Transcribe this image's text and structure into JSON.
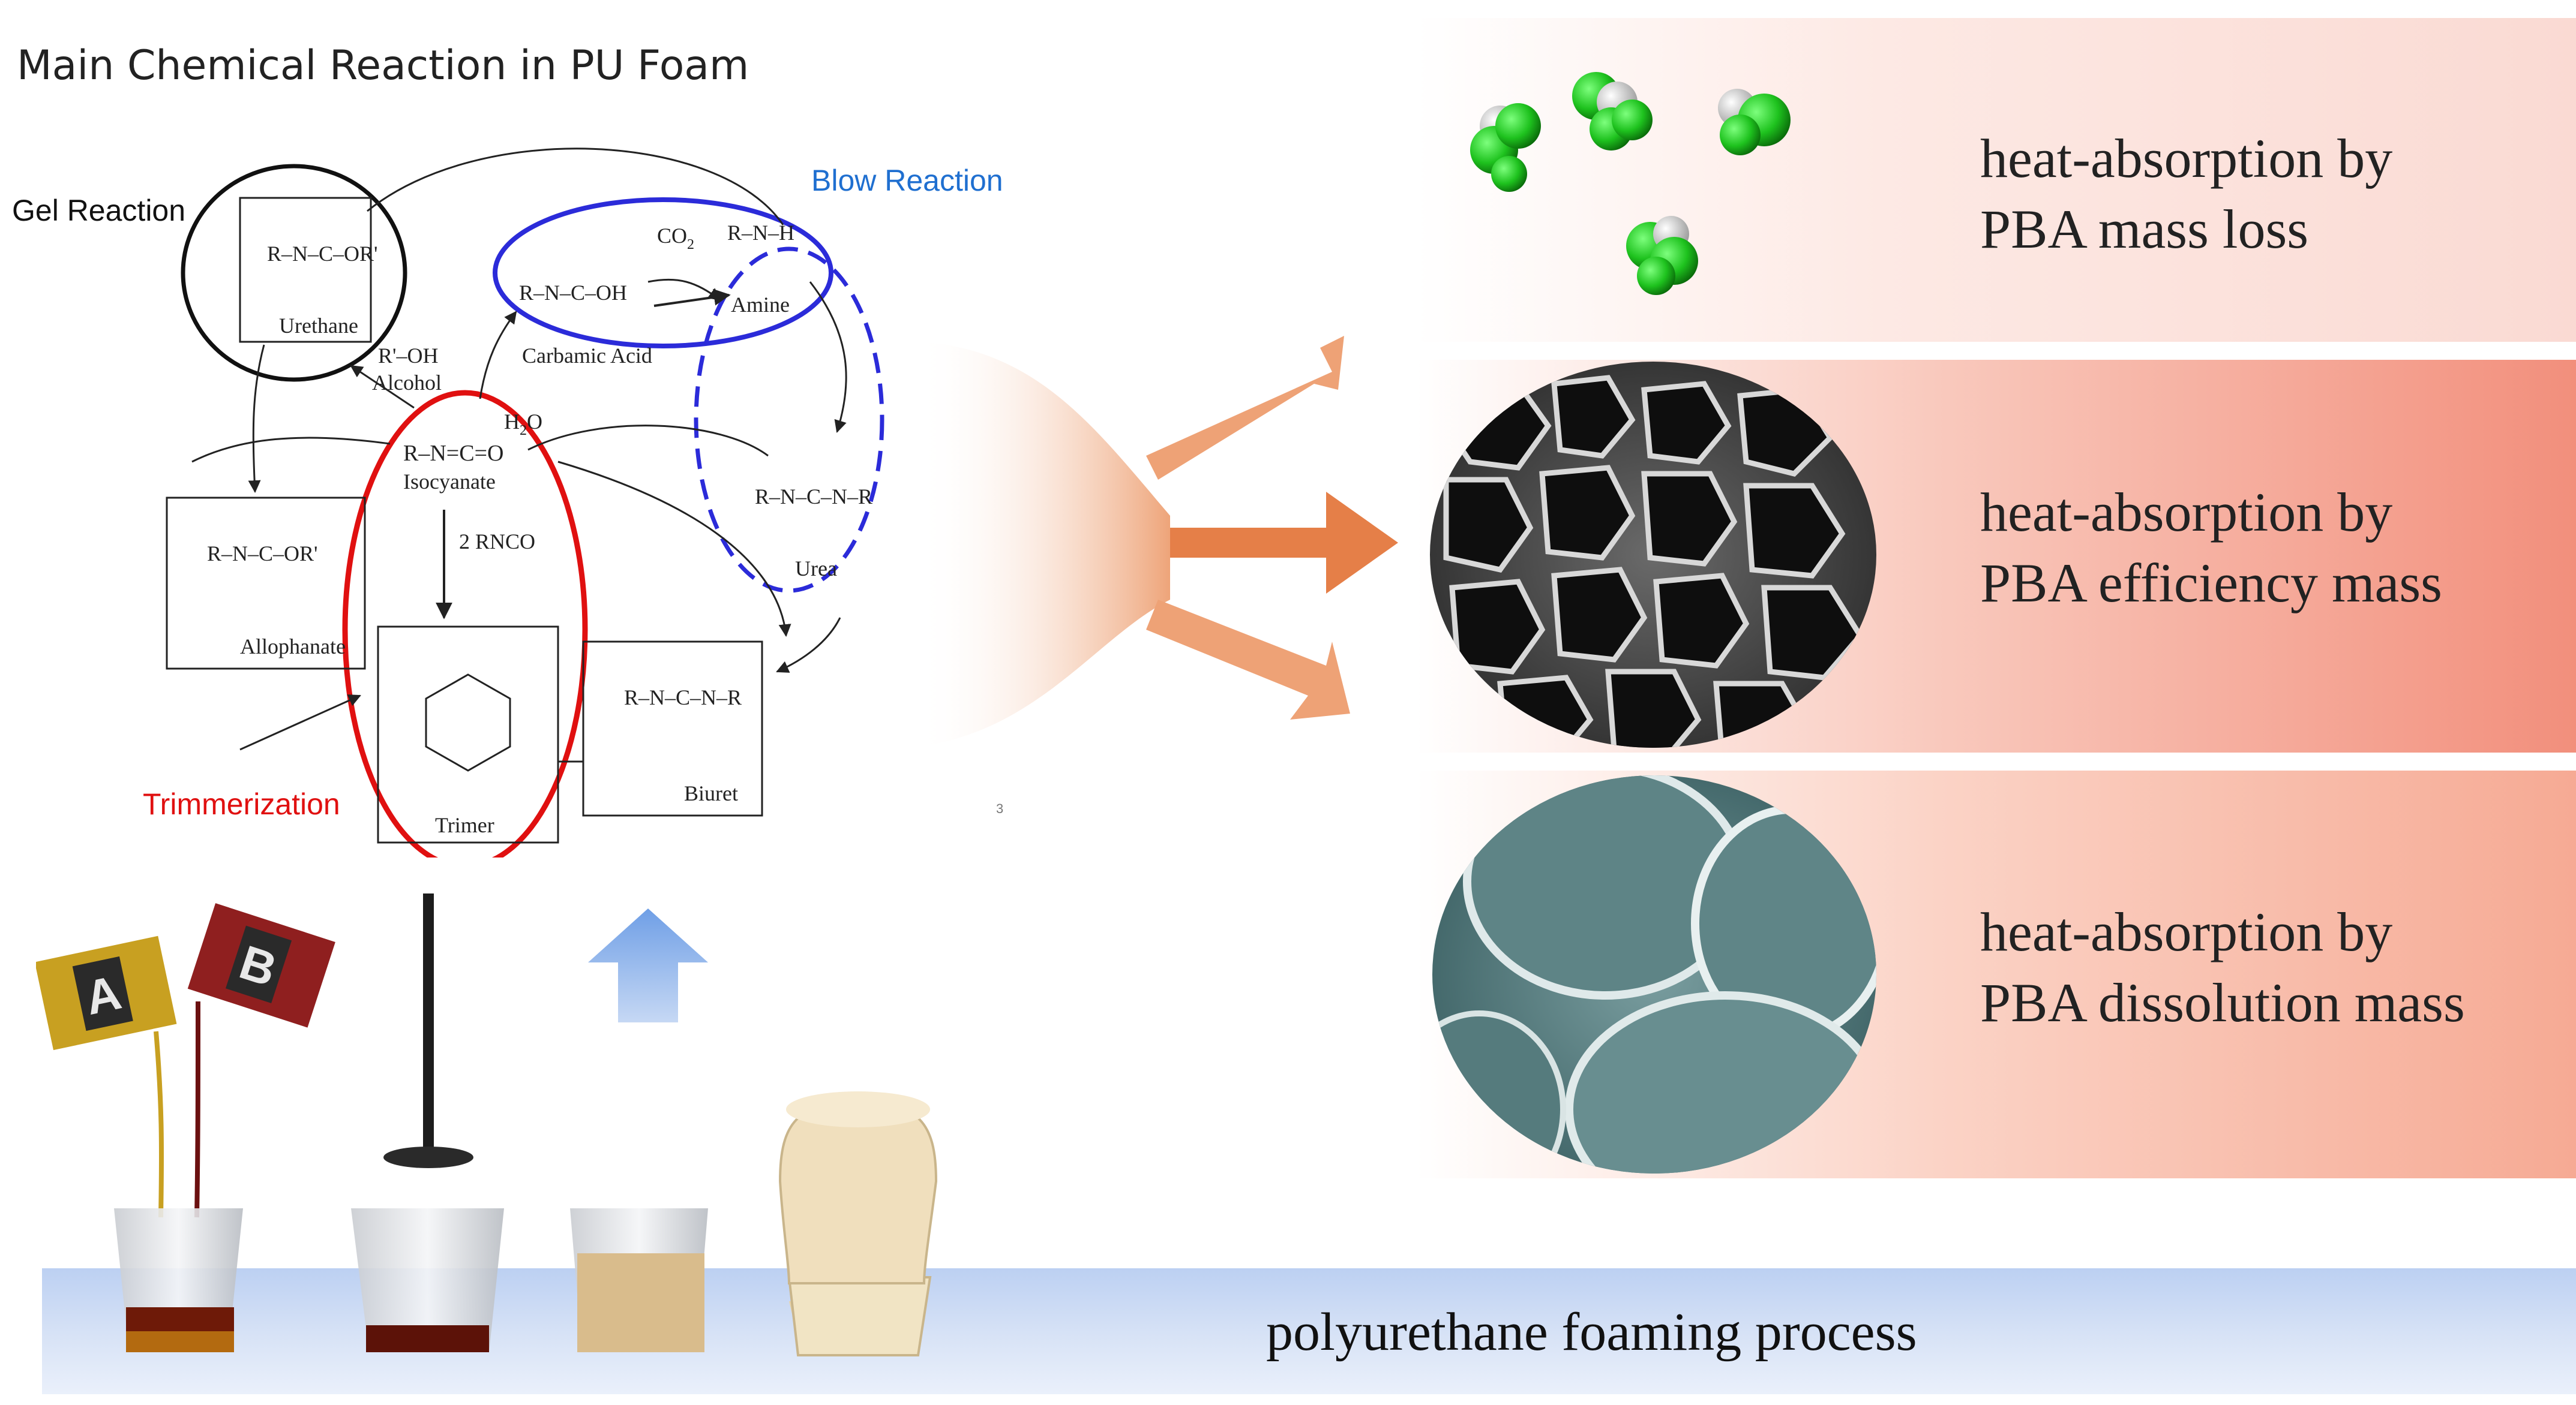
{
  "diagram": {
    "title": "Main Chemical Reaction in PU Foam",
    "labels": {
      "gel": "Gel Reaction",
      "blow": "Blow Reaction",
      "trim": "Trimmerization"
    },
    "compounds": {
      "urethane": "Urethane",
      "carbamic_acid": "Carbamic Acid",
      "amine": "Amine",
      "urea": "Urea",
      "isocyanate": "Isocyanate",
      "alcohol": "Alcohol",
      "allophanate": "Allophanate",
      "trimer": "Trimer",
      "biuret": "Biuret"
    },
    "formulas": {
      "urethane": "R–N–C–OR'",
      "carbamic": "R–N–C–OH",
      "amine": "R–N–H",
      "urea": "R–N–C–N–R",
      "isocyanate": "R–N=C=O",
      "alcohol": "R'–OH",
      "allophanate": "R–N–C–OR'",
      "biuret": "R–N–C–N–R",
      "co2": "CO",
      "co2_sub": "2",
      "water": "H",
      "water_sub": "2",
      "water_end": "O",
      "rnco": "2 RNCO"
    },
    "page_number": "3",
    "colors": {
      "gel": "#111111",
      "blow": "#2b2bd9",
      "trim": "#e01010"
    }
  },
  "results": [
    {
      "line1": "heat-absorption by",
      "line2": "PBA mass loss"
    },
    {
      "line1": "heat-absorption by",
      "line2": "PBA efficiency mass"
    },
    {
      "line1": "heat-absorption by",
      "line2": "PBA dissolution mass"
    }
  ],
  "process": {
    "label": "polyurethane foaming process",
    "can_labels": [
      "A",
      "B"
    ]
  }
}
